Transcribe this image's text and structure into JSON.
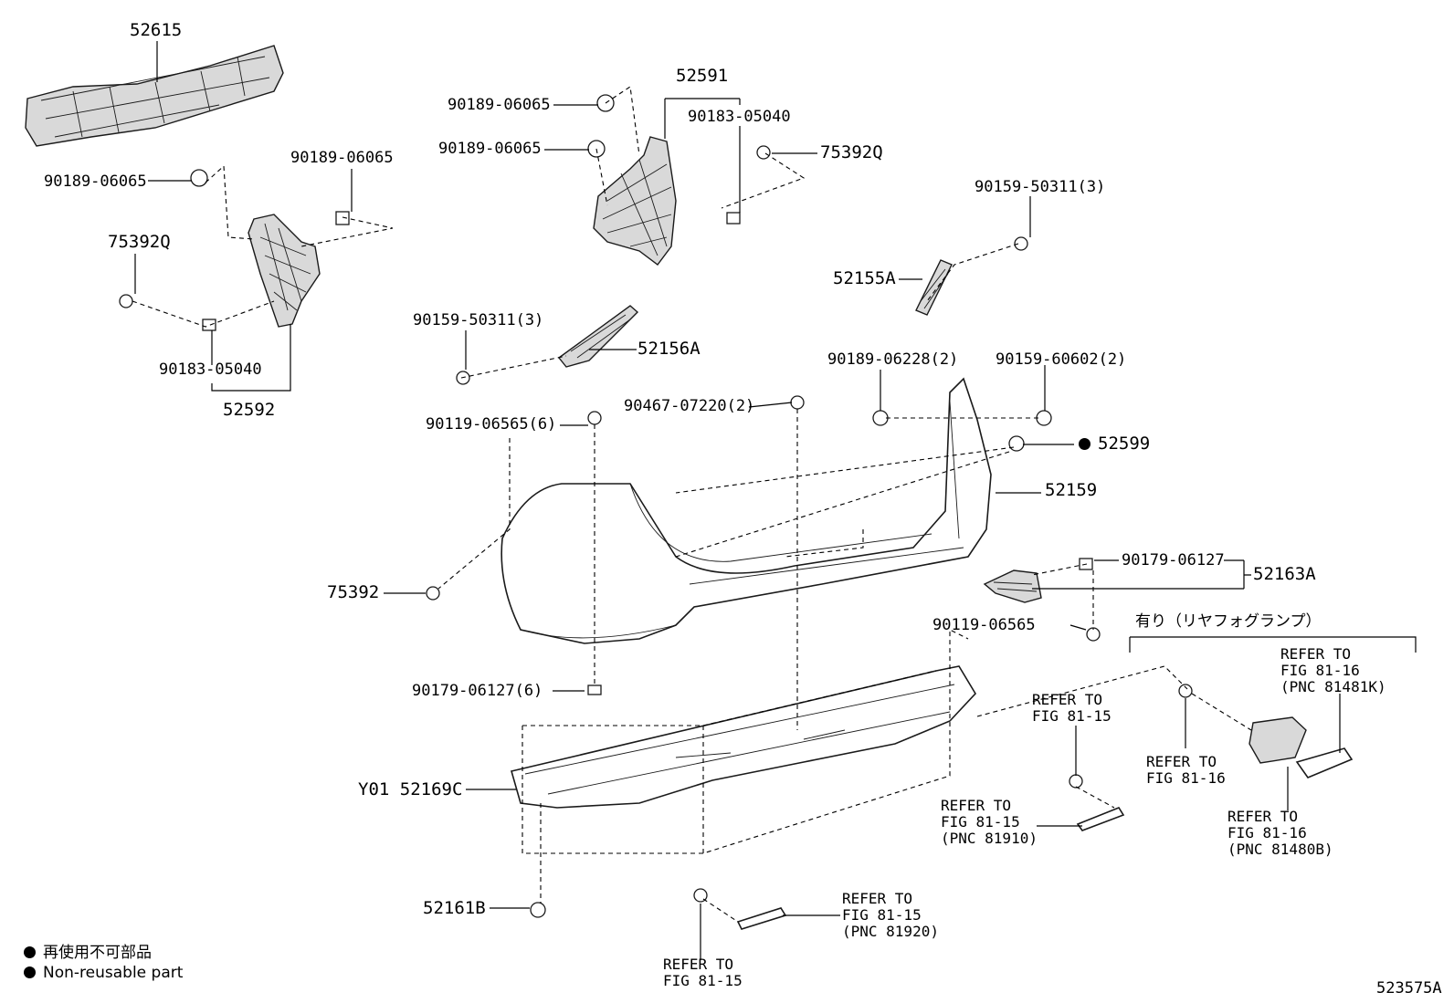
{
  "labels": {
    "p52615": "52615",
    "p90189_a": "90189-06065",
    "p90189_b": "90189-06065",
    "p90189_c": "90189-06065",
    "p90189_d": "90189-06065",
    "p75392Q_left": "75392Q",
    "p90183_left": "90183-05040",
    "p52592": "52592",
    "p52591": "52591",
    "p90183_top": "90183-05040",
    "p75392Q_right": "75392Q",
    "p90159_50311_right": "90159-50311(3)",
    "p52155A": "52155A",
    "p90159_50311_left": "90159-50311(3)",
    "p52156A": "52156A",
    "p90189_06228": "90189-06228(2)",
    "p90159_60602": "90159-60602(2)",
    "p52599": "52599",
    "p90119_06565_6": "90119-06565(6)",
    "p90467_07220": "90467-07220(2)",
    "p52159": "52159",
    "p75392": "75392",
    "p90179_06127_right": "90179-06127",
    "p52163A": "52163A",
    "p90119_06565": "90119-06565",
    "p90179_06127_6": "90179-06127(6)",
    "p52169C": "Y01 52169C",
    "p52161B": "52161B",
    "fog_heading": "有り（リヤフォグランプ）",
    "doc_code": "523575A"
  },
  "refs": {
    "r_8116_81481K": "REFER TO\nFIG 81-16\n(PNC 81481K)",
    "r_8116": "REFER TO\nFIG 81-16",
    "r_8116_81480B": "REFER TO\nFIG 81-16\n(PNC 81480B)",
    "r_8115_top": "REFER TO\nFIG 81-15",
    "r_8115_81910": "REFER TO\nFIG 81-15\n(PNC 81910)",
    "r_8115_81920": "REFER TO\nFIG 81-15\n(PNC 81920)",
    "r_8115_bottom": "REFER TO\nFIG 81-15"
  },
  "legend": {
    "jp": "再使用不可部品",
    "en": "Non-reusable part"
  },
  "colors": {
    "line": "#000000",
    "fill_grey": "#d9d9d9"
  }
}
